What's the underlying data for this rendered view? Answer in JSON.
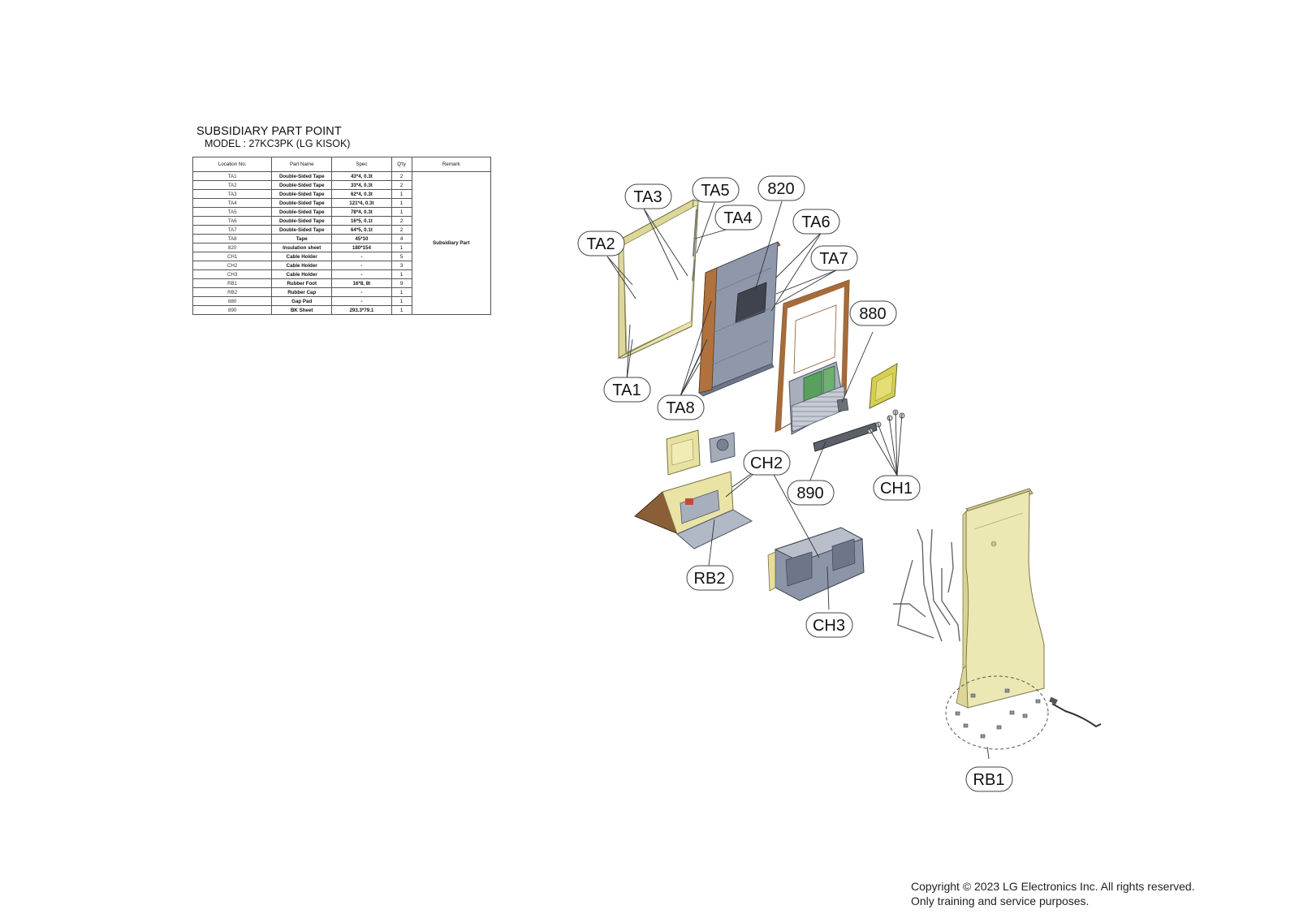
{
  "title": "SUBSIDIARY PART POINT",
  "model": "MODEL : 27KC3PK (LG KISOK)",
  "table": {
    "headers": [
      "Location No.",
      "Part Name",
      "Spec",
      "Q'ty",
      "Remark"
    ],
    "remark": "Subsidiary Part",
    "rows": [
      {
        "loc": "TA1",
        "name": "Double-Sided Tape",
        "spec": "43*4, 0.3t",
        "qty": "2"
      },
      {
        "loc": "TA2",
        "name": "Double-Sided Tape",
        "spec": "33*4, 0.3t",
        "qty": "2"
      },
      {
        "loc": "TA3",
        "name": "Double-Sided Tape",
        "spec": "62*4, 0.3t",
        "qty": "1"
      },
      {
        "loc": "TA4",
        "name": "Double-Sided Tape",
        "spec": "121*4, 0.3t",
        "qty": "1"
      },
      {
        "loc": "TA5",
        "name": "Double-Sided Tape",
        "spec": "78*4, 0.3t",
        "qty": "1"
      },
      {
        "loc": "TA6",
        "name": "Double-Sided Tape",
        "spec": "16*5, 0.1t",
        "qty": "2"
      },
      {
        "loc": "TA7",
        "name": "Double-Sided Tape",
        "spec": "64*5, 0.1t",
        "qty": "2"
      },
      {
        "loc": "TA8",
        "name": "Tape",
        "spec": "45*10",
        "qty": "4"
      },
      {
        "loc": "820",
        "name": "Insulation sheet",
        "spec": "180*154",
        "qty": "1"
      },
      {
        "loc": "CH1",
        "name": "Cable Holder",
        "spec": "-",
        "qty": "5"
      },
      {
        "loc": "CH2",
        "name": "Cable Holder",
        "spec": "-",
        "qty": "3"
      },
      {
        "loc": "CH3",
        "name": "Cable Holder",
        "spec": "-",
        "qty": "1"
      },
      {
        "loc": "RB1",
        "name": "Rubber Foot",
        "spec": "16*8, 8t",
        "qty": "9"
      },
      {
        "loc": "RB2",
        "name": "Rubber Cap",
        "spec": "-",
        "qty": "1"
      },
      {
        "loc": "880",
        "name": "Gap Pad",
        "spec": "-",
        "qty": "1"
      },
      {
        "loc": "890",
        "name": "BK Sheet",
        "spec": "293.3*79.1",
        "qty": "1"
      }
    ]
  },
  "callouts": {
    "TA1": "TA1",
    "TA2": "TA2",
    "TA3": "TA3",
    "TA4": "TA4",
    "TA5": "TA5",
    "TA6": "TA6",
    "TA7": "TA7",
    "TA8": "TA8",
    "c820": "820",
    "c880": "880",
    "c890": "890",
    "CH1": "CH1",
    "CH2": "CH2",
    "CH3": "CH3",
    "RB1": "RB1",
    "RB2": "RB2"
  },
  "colors": {
    "frame_yellow": "#e8e3a8",
    "stand_yellow": "#ece8b4",
    "copper": "#b07a4c",
    "steel": "#9aa3b2",
    "panel_gray": "#8a94a6"
  },
  "copyright": {
    "line1": "Copyright © 2023 LG Electronics Inc. All rights reserved.",
    "line2": "Only training and service purposes."
  }
}
